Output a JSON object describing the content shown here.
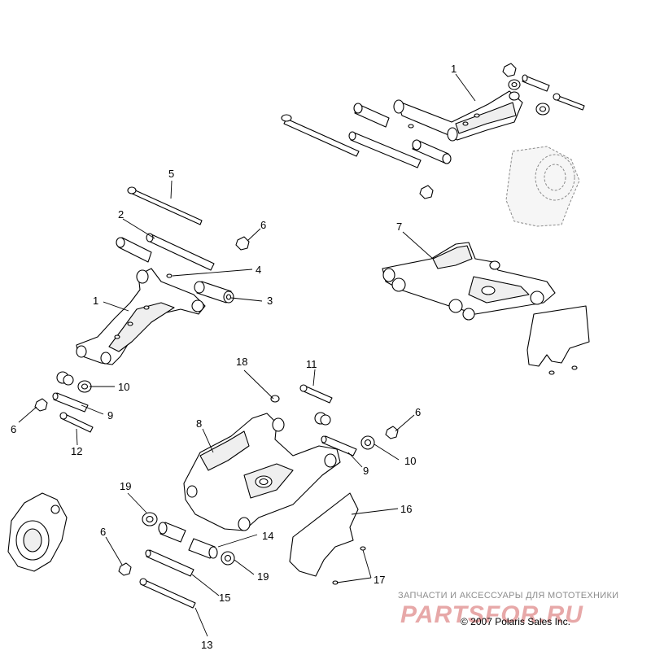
{
  "callouts": [
    "1",
    "1",
    "2",
    "3",
    "4",
    "5",
    "6",
    "6",
    "6",
    "6",
    "7",
    "8",
    "9",
    "9",
    "10",
    "10",
    "11",
    "12",
    "13",
    "14",
    "15",
    "16",
    "17",
    "18",
    "19",
    "19"
  ],
  "watermark": {
    "caption": "ЗАПЧАСТИ И АКСЕССУАРЫ ДЛЯ МОТОТЕХНИКИ",
    "logo": "PARTSFOR.RU"
  },
  "copyright": "© 2007 Polaris Sales Inc."
}
